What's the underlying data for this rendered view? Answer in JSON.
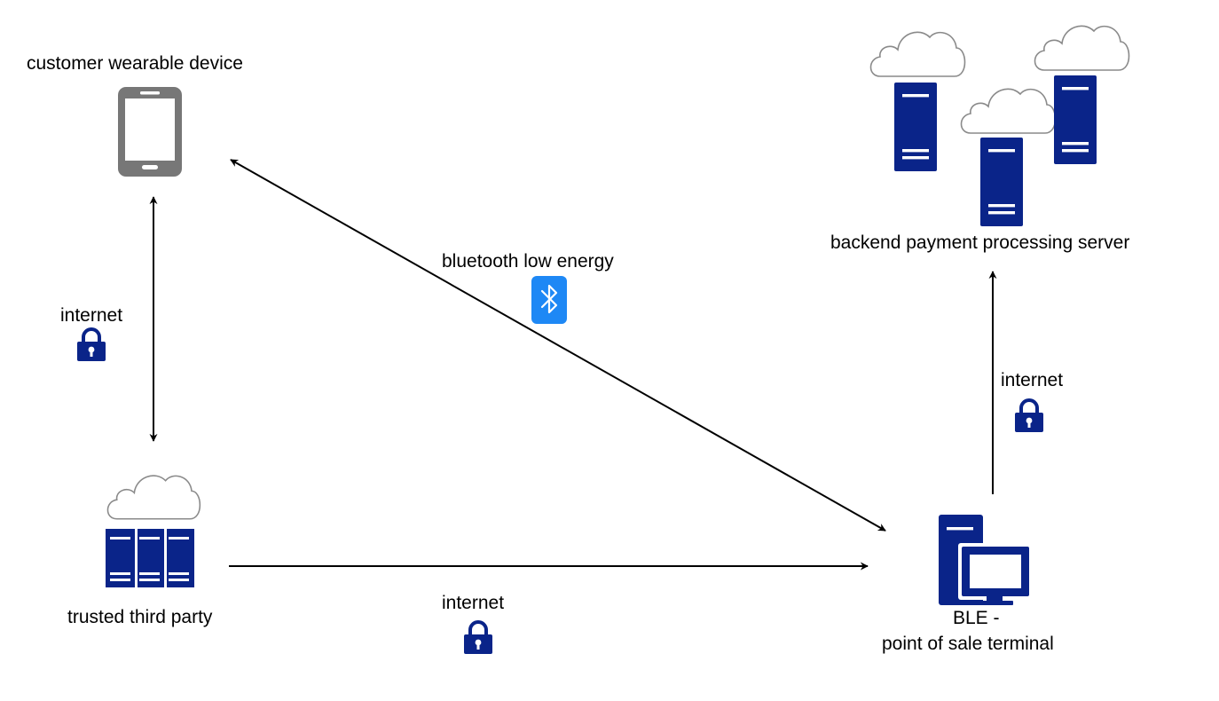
{
  "nodes": {
    "wearable": {
      "label": "customer wearable device",
      "icon": "smartphone-icon"
    },
    "third_party": {
      "label": "trusted third party",
      "icon": "server-rack-cloud-icon"
    },
    "pos": {
      "label_line1": "BLE -",
      "label_line2": "point of sale terminal",
      "icon": "pos-terminal-icon"
    },
    "backend": {
      "label": "backend payment processing server",
      "icon": "cloud-servers-icon"
    }
  },
  "connections": {
    "wearable_third_party": {
      "label": "internet",
      "secure": true,
      "icon": "lock-icon"
    },
    "wearable_pos": {
      "label": "bluetooth low energy",
      "icon": "bluetooth-icon"
    },
    "third_party_pos": {
      "label": "internet",
      "secure": true,
      "icon": "lock-icon"
    },
    "pos_backend": {
      "label": "internet",
      "secure": true,
      "icon": "lock-icon"
    }
  },
  "colors": {
    "server_blue": "#0a2489",
    "device_gray": "#777777",
    "cloud_stroke": "#8a8a8a",
    "bluetooth_blue": "#1e88f5",
    "arrow": "#000000"
  }
}
